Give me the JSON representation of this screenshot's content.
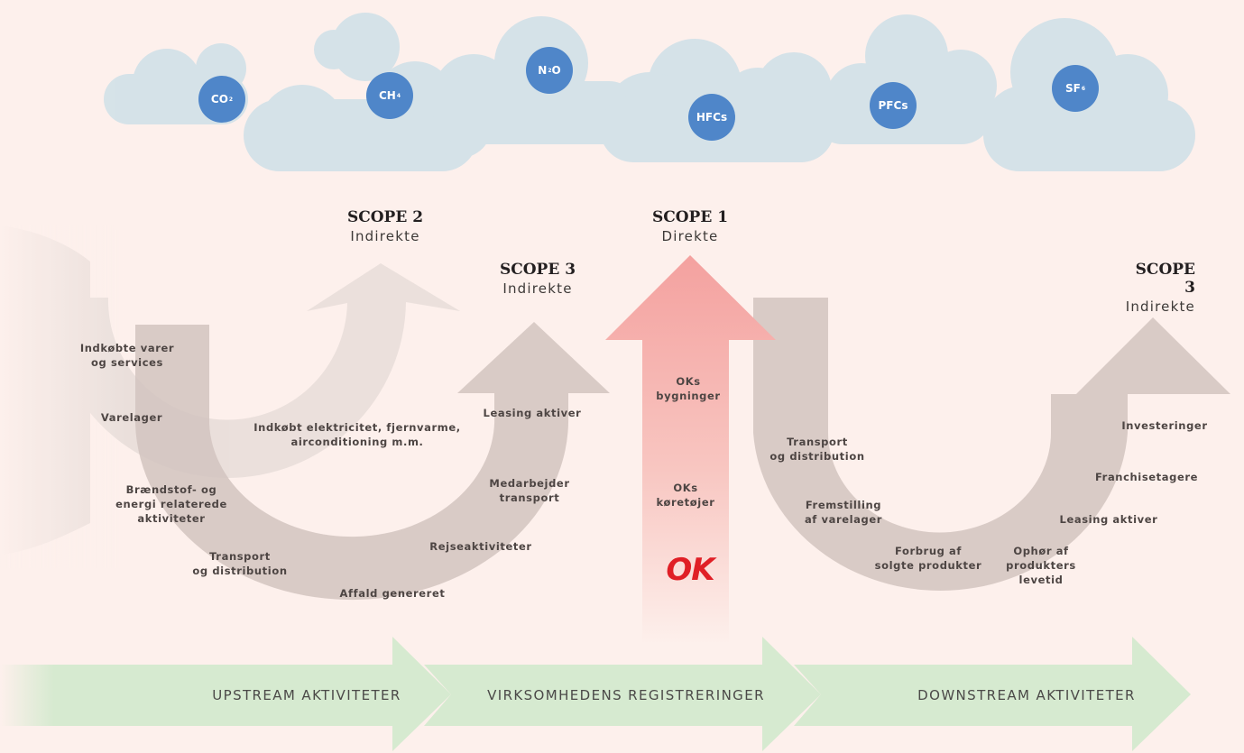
{
  "gases": [
    {
      "id": "co2",
      "text": "CO",
      "sub": "2"
    },
    {
      "id": "ch4",
      "text": "CH",
      "sub": "4"
    },
    {
      "id": "n2o",
      "text": "N",
      "sub": "2",
      "tail": "O"
    },
    {
      "id": "hfcs",
      "text": "HFCs",
      "sub": ""
    },
    {
      "id": "pfcs",
      "text": "PFCs",
      "sub": ""
    },
    {
      "id": "sf6",
      "text": "SF",
      "sub": "6"
    }
  ],
  "scopes": {
    "scope2": {
      "title": "SCOPE 2",
      "subtitle": "Indirekte"
    },
    "scope1": {
      "title": "SCOPE 1",
      "subtitle": "Direkte"
    },
    "scope3_up": {
      "title": "SCOPE 3",
      "subtitle": "Indirekte"
    },
    "scope3_down": {
      "title": "SCOPE 3",
      "subtitle": "Indirekte"
    }
  },
  "upstream_labels": {
    "indkobte": "Indkøbte varer\nog services",
    "varelager": "Varelager",
    "braendstof": "Brændstof- og\nenergi relaterede\naktiviteter",
    "transport": "Transport\nog distribution",
    "affald": "Affald genereret",
    "rejse": "Rejseaktiviteter",
    "medarbejder": "Medarbejder\ntransport",
    "leasing": "Leasing aktiver",
    "elektricitet": "Indkøbt elektricitet, fjernvarme,\nairconditioning m.m."
  },
  "scope1_labels": {
    "bygninger": "OKs\nbygninger",
    "koretojer": "OKs\nkøretøjer"
  },
  "logo_text": "OK",
  "downstream_labels": {
    "transport": "Transport\nog distribution",
    "fremstilling": "Fremstilling\naf varelager",
    "forbrug": "Forbrug af\nsolgte produkter",
    "ophor": "Ophør af\nprodukters\nlevetid",
    "leasing": "Leasing aktiver",
    "franchise": "Franchisetagere",
    "investeringer": "Investeringer"
  },
  "flow": {
    "upstream": "UPSTREAM AKTIVITETER",
    "registreringer": "VIRKSOMHEDENS REGISTRERINGER",
    "downstream": "DOWNSTREAM AKTIVITETER"
  },
  "colors": {
    "background": "#fdf0ec",
    "cloud": "#cfe0e8",
    "gas": "#4f86c9",
    "scope1_arrow": "#f5a5a3",
    "scope2_arrow": "#e7ddd9",
    "scope3_arrow": "#d2c4c0",
    "flow_arrow": "#d6ead0",
    "logo": "#e01f26"
  }
}
